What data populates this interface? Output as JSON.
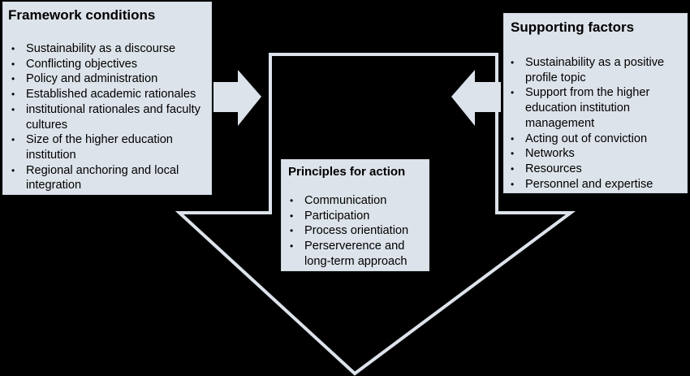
{
  "colors": {
    "background": "#000000",
    "box_fill": "#dde3ea",
    "arrow_fill": "#dde3ea",
    "big_arrow_outline": "#dde3ea"
  },
  "framework": {
    "title": "Framework conditions",
    "items": [
      "Sustainability as a discourse",
      "Conflicting objectives",
      "Policy and administration",
      "Established academic rationales",
      "institutional rationales and faculty cultures",
      "Size of the higher education institution",
      "Regional anchoring and local integration"
    ]
  },
  "supporting": {
    "title": "Supporting factors",
    "items": [
      "Sustainability as a positive profile topic",
      "Support from the higher education institution management",
      "Acting out of conviction",
      "Networks",
      "Resources",
      "Personnel and expertise"
    ]
  },
  "principles": {
    "title": "Principles for action",
    "items": [
      "Communication",
      "Participation",
      "Process orientiation",
      "Perserverence and long-term approach"
    ]
  },
  "bullet": "•"
}
